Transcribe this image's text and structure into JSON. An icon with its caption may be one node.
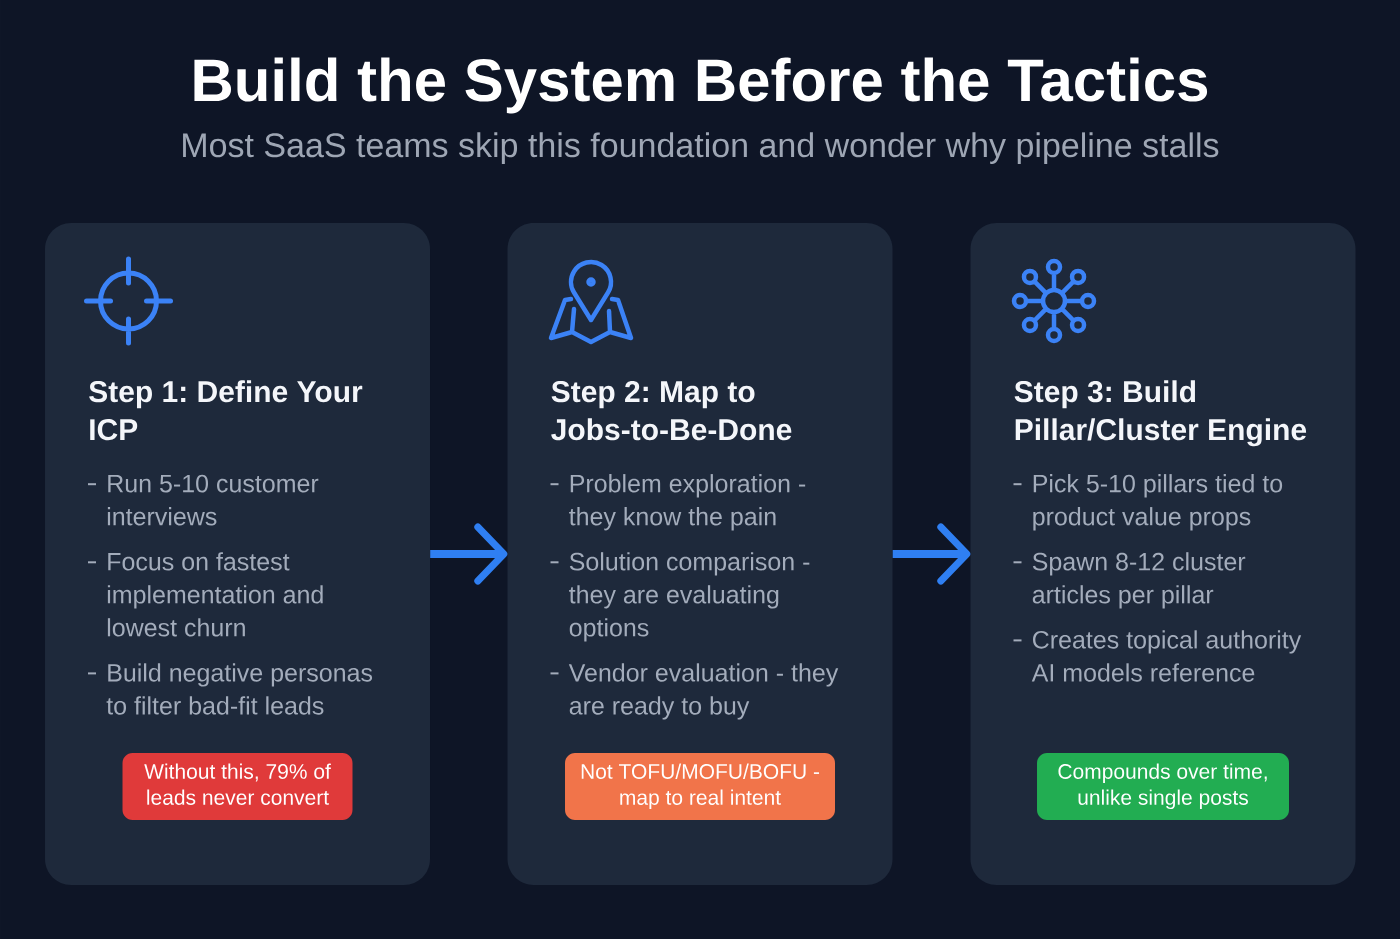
{
  "diagram": {
    "title": "Build the System Before the Tactics",
    "nodes": [
      {
        "text": [
          "Step 1: Define Your ICP",
          "Run 5-10 customer interviews",
          "Focus on fastest implementation and lowest churn",
          "Build negative personas to filter bad-fit leads"
        ]
      },
      {
        "text": [
          "Without this, 79% of leads never convert"
        ],
        "in": 0
      },
      {
        "text": [
          "Step 2: Map to Jobs-to-Be-Done",
          "Problem exploration - they know the pain",
          "Solution comparison - they are evaluating options",
          "Vendor evaluation - they are ready to buy"
        ]
      },
      {
        "text": [
          "Not TOFU/MOFU/BOFU - map to real intent"
        ],
        "in": 2
      },
      {
        "text": [
          "Step 3: Build Pillar/Cluster Engine",
          "Pick 5-10 pillars tied to product value props",
          "Spawn 8-12 cluster articles per pillar",
          "Creates topical authority AI models reference"
        ]
      },
      {
        "text": [
          "Compounds over time, unlike single posts"
        ],
        "in": 4
      }
    ],
    "edges": [
      {
        "from": 0,
        "to": 2,
        "arrow": "to"
      },
      {
        "from": 2,
        "to": 4,
        "arrow": "to"
      }
    ],
    "labels": [
      "Most SaaS teams skip this foundation and wonder why pipeline stalls"
    ]
  }
}
